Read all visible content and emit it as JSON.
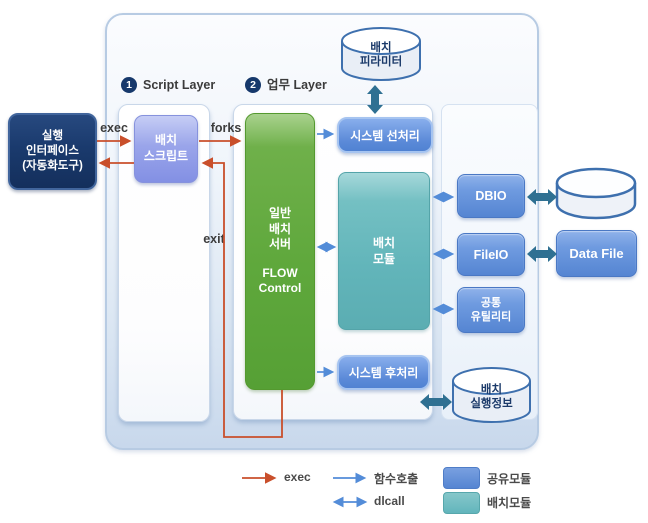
{
  "colors": {
    "exec_arrow_red": "#c94f2b",
    "call_arrow_blue": "#538cd8",
    "bulk_arrow_steel": "#2f7092",
    "shared_module_blue": "#5f8fd6",
    "batch_module_teal": "#62b5bc",
    "server_green": "#5fa83c",
    "script_purple": "#8d99e6",
    "interface_navy": "#18366b",
    "cylinder_stroke": "#3e70ae"
  },
  "layers": {
    "script_badge": "1",
    "script_label": "Script Layer",
    "work_badge": "2",
    "work_label": "업무 Layer"
  },
  "nodes": {
    "exec_interface": "실행\n인터페이스\n(자동화도구)",
    "batch_script": "배치\n스크립트",
    "batch_server_title": "일반\n배치\n서버",
    "batch_server_subtitle": "FLOW\nControl",
    "sys_pre": "시스템 선처리",
    "batch_module": "배치\n모듈",
    "sys_post": "시스템 후처리",
    "dbio": "DBIO",
    "fileio": "FileIO",
    "common_util": "공통\n유틸리티",
    "data_file": "Data File",
    "batch_param": "배치\n피라미터",
    "batch_exec_info": "배치\n실행정보"
  },
  "edge_labels": {
    "exec": "exec",
    "forks": "forks",
    "exit": "exit"
  },
  "legend": {
    "exec": "exec",
    "func_call": "함수호출",
    "dlcall": "dlcall",
    "shared_module": "공유모듈",
    "batch_module": "배치모듈"
  }
}
